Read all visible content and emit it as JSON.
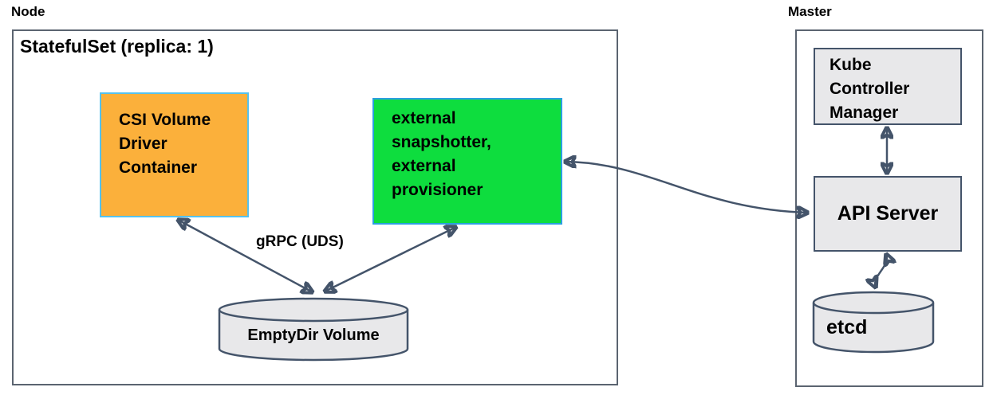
{
  "diagram": {
    "title_context": "Kubernetes CSI deployment diagram",
    "node_group": {
      "label": "Node",
      "statefulset_label": "StatefulSet (replica: 1)",
      "csi_box": {
        "text": "CSI Volume\nDriver\nContainer",
        "fill": "#fbb03b",
        "border": "#56c2ee"
      },
      "sidecar_box": {
        "text": "external\nsnapshotter,\nexternal\nprovisioner",
        "fill": "#0edd3e",
        "border": "#2b9fe0"
      },
      "emptydir_cylinder": {
        "label": "EmptyDir Volume",
        "fill": "#e8e8ea"
      },
      "grpc_label": "gRPC (UDS)"
    },
    "master_group": {
      "label": "Master",
      "kcm_box": {
        "text": "Kube\nController\nManager",
        "fill": "#e8e8ea"
      },
      "api_server_box": {
        "text": "API Server",
        "fill": "#e8e8ea"
      },
      "etcd_cylinder": {
        "label": "etcd",
        "fill": "#e8e8ea"
      }
    },
    "edges": [
      {
        "from": "csi-volume-driver-container",
        "to": "emptydir-volume",
        "bidirectional": true,
        "label": "gRPC (UDS)"
      },
      {
        "from": "external-snapshotter-provisioner",
        "to": "emptydir-volume",
        "bidirectional": true,
        "label": "gRPC (UDS)"
      },
      {
        "from": "external-snapshotter-provisioner",
        "to": "api-server",
        "bidirectional": true,
        "style": "curved"
      },
      {
        "from": "kube-controller-manager",
        "to": "api-server",
        "bidirectional": true
      },
      {
        "from": "api-server",
        "to": "etcd",
        "bidirectional": true
      }
    ],
    "colors": {
      "arrow": "#44546a",
      "outer_container_border": "#5b6470",
      "gray_fill": "#e8e8ea",
      "csi_fill": "#fbb03b",
      "csi_border": "#56c2ee",
      "sidecar_fill": "#0edd3e",
      "sidecar_border": "#2b9fe0",
      "text": "#000000",
      "background": "#ffffff"
    }
  }
}
